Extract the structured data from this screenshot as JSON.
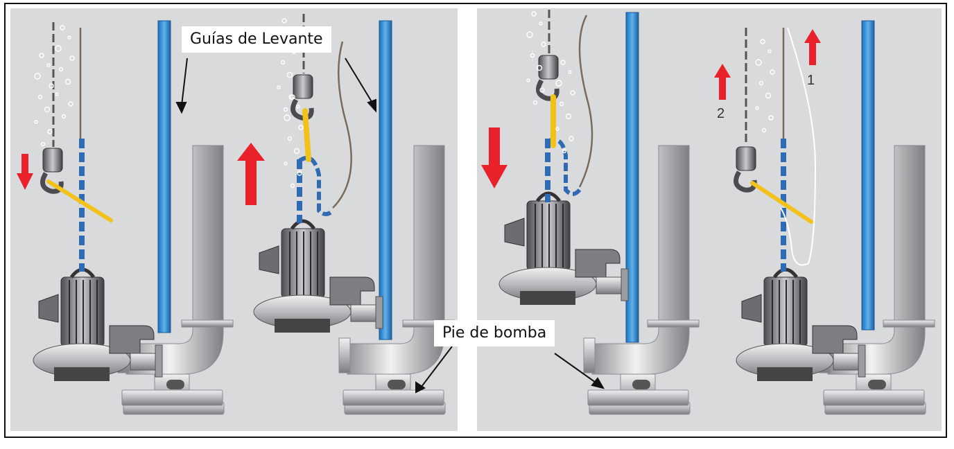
{
  "labels": {
    "guide_rails": "Guías de Levante",
    "pump_foot": "Pie de bomba",
    "step_1": "1",
    "step_2": "2"
  },
  "colors": {
    "panel_bg": "#d9dadc",
    "guide_rail": "#3a8fd6",
    "arrow_red": "#e8212b",
    "chain_blue": "#2f6bb3",
    "hook_yellow": "#f2c21b",
    "metal": "#a9abae"
  },
  "icons": [
    "arrow-down-icon",
    "arrow-up-icon",
    "chain-icon",
    "hook-icon",
    "pump-icon",
    "guide-rail-icon",
    "discharge-pipe-icon"
  ]
}
